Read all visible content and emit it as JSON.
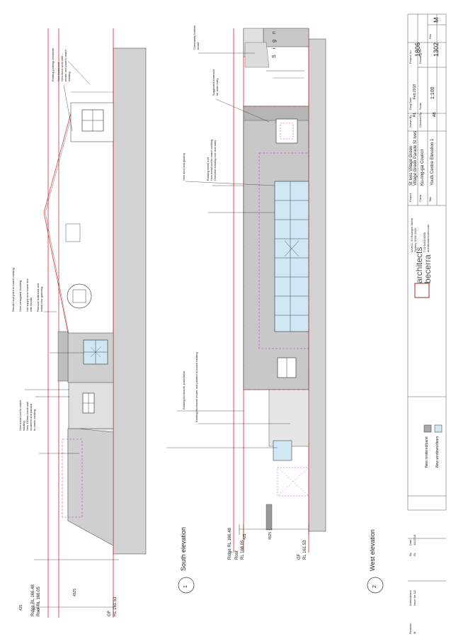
{
  "colors": {
    "grey": "#c8c8c8",
    "dark_grey": "#a9a9a9",
    "glass": "#cfe8f3",
    "new_red": "#d9262b",
    "magenta": "#c040c0"
  },
  "south_elevation": {
    "number": "1",
    "title": "South elevation",
    "levels": {
      "ridge": "Ridge RL 166.48",
      "roof": "Roof RL 166.05",
      "gf": "GF",
      "gf_rl": "RL 161.53"
    },
    "dims": {
      "a": "425",
      "b": "4525"
    },
    "notes": {
      "n1": "Existing parking/ brickwork",
      "n2": "New metal roof",
      "n3": "New block work infill –",
      "n4": "render and paint to match",
      "n5": "existing",
      "n6": "Render and paint to match existing",
      "n7": "New corrugated cladding",
      "n8": "Not supply new louvre line",
      "n9": "with facade",
      "n10": "Remove bulkhead and",
      "n11": "install new guttering",
      "n12": "New metal roof to match",
      "n13": "existing",
      "n14": "New 190mm block wall",
      "n15": "rendered and painted",
      "n16": "to match existing"
    }
  },
  "west_elevation": {
    "number": "2",
    "title": "West elevation",
    "levels": {
      "ridge": "Ridge RL 166.48",
      "roof": "Roof",
      "roof_rl": "RL 166.05",
      "gf": "GF",
      "gf_rl": "RL 161.53"
    },
    "dims": {
      "a": "425",
      "b": "4525"
    },
    "sign": "S i g n",
    "notes": {
      "n1": "Community bulletin",
      "n2": "board",
      "n3": "Suggested treatment",
      "n4": "for main entry",
      "n5": "New door and glazing",
      "n6": "Existing metal roof",
      "n7": "New metal roof to match existing",
      "n8": "Demolish existing roof and walls",
      "n9": "Existing blockwork, paint finish",
      "n10": "Existing blockwork render and painted to match existing"
    }
  },
  "legend": {
    "existing": "New rendered/paint",
    "new_windows": "New windows/doors"
  },
  "title_block": {
    "firm_line1": "architects",
    "firm_line2": "becerra",
    "firm_info_1": "Level 1, 50 Example Street",
    "firm_info_2": "Sydney NSW 2000",
    "firm_info_3": "T 02 0000 0000",
    "firm_info_4": "architectsbecerra.com",
    "project_label": "Project",
    "project_l1": "St Ives Village Green",
    "project_l2": "Village Green Parade St Ives",
    "client_label": "Client",
    "client": "Ku-ring-gai Council",
    "title_label": "Title",
    "title": "Youth Centre Elevation 1",
    "drawn_label": "Drawn By",
    "drawn": "RL",
    "checked_label": "Checked By",
    "checked": "AB",
    "date_label": "Dwg Date",
    "date": "Feb 2018",
    "scale_label": "Scale",
    "scale": "1:100",
    "job_label": "Project No",
    "job": "1806",
    "dwg_label": "Drawing No",
    "dwg": "1302",
    "rev_label": "Rev",
    "rev": "M",
    "issue_rev": "M",
    "issue_desc": "Issue for DA",
    "issue_by": "RL",
    "issue_date": "11/12/18",
    "rev_header": "Revision",
    "desc_header": "Amendment",
    "by_header": "By",
    "date_header": "Date"
  }
}
